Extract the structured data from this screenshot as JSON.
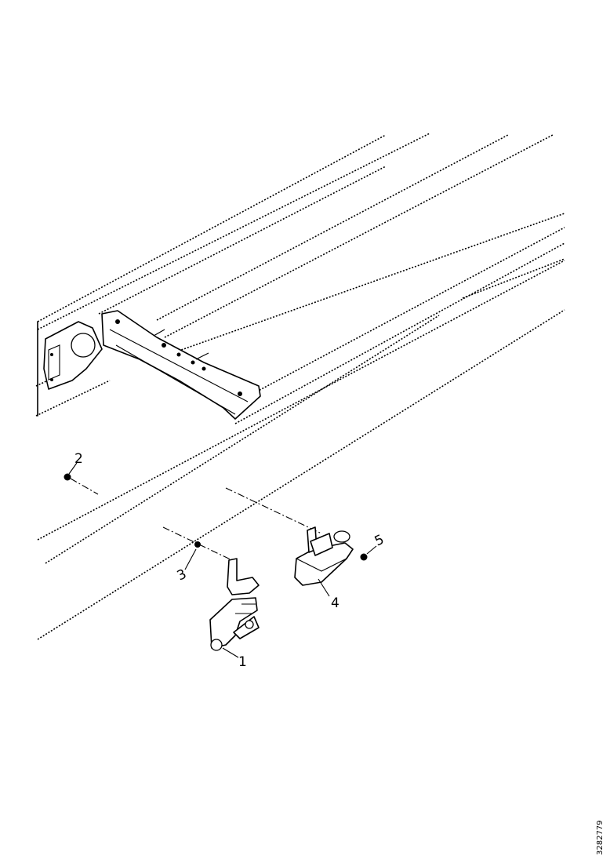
{
  "diagram": {
    "callouts": [
      {
        "id": "c1",
        "label": "1"
      },
      {
        "id": "c2",
        "label": "2"
      },
      {
        "id": "c3",
        "label": "3"
      },
      {
        "id": "c4",
        "label": "4"
      },
      {
        "id": "c5",
        "label": "5"
      }
    ],
    "document_number": "3282779"
  }
}
